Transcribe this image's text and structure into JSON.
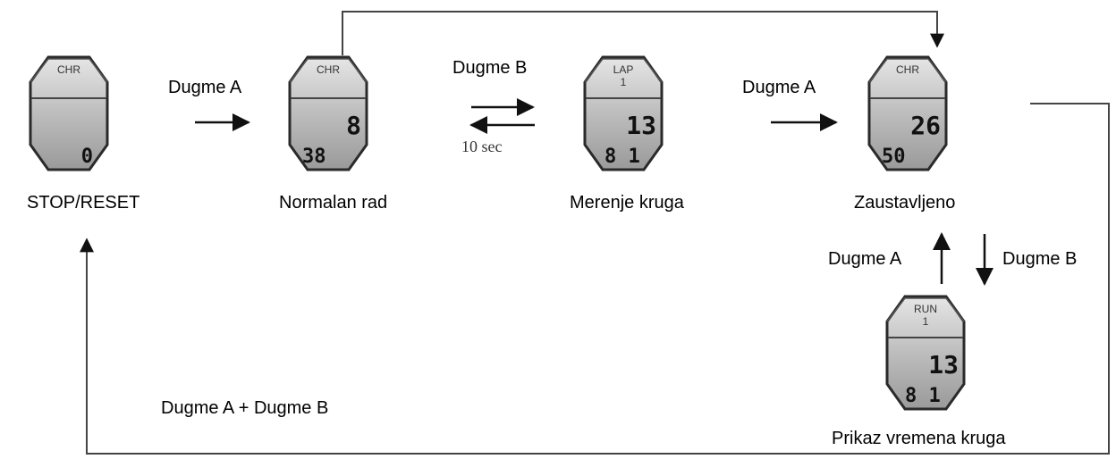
{
  "states": {
    "stop_reset": {
      "caption": "STOP/RESET",
      "mode": "CHR",
      "sub": "",
      "main": "",
      "secondary": "0"
    },
    "normal": {
      "caption": "Normalan rad",
      "mode": "CHR",
      "sub": "",
      "main": "8",
      "secondary": "38"
    },
    "lap": {
      "caption": "Merenje kruga",
      "mode": "LAP",
      "sub": "1",
      "main": "13",
      "secondary": "8 1"
    },
    "stopped": {
      "caption": "Zaustavljeno",
      "mode": "CHR",
      "sub": "",
      "main": "26",
      "secondary": "50"
    },
    "lap_display": {
      "caption": "Prikaz vremena kruga",
      "mode": "RUN",
      "sub": "1",
      "main": "13",
      "secondary": "8 1"
    }
  },
  "transitions": {
    "stop_to_normal": "Dugme A",
    "normal_lap": "Dugme B",
    "lap_timeout": "10 sec",
    "lap_to_stopped": "Dugme A",
    "lapdisplay_to_stopped": "Dugme A",
    "stopped_to_lapdisplay": "Dugme B",
    "reset": "Dugme A + Dugme B"
  },
  "colors": {
    "watch_body": "#b8b8b8",
    "watch_edge": "#3a3a3a",
    "line": "#444444",
    "arrow": "#111111"
  }
}
